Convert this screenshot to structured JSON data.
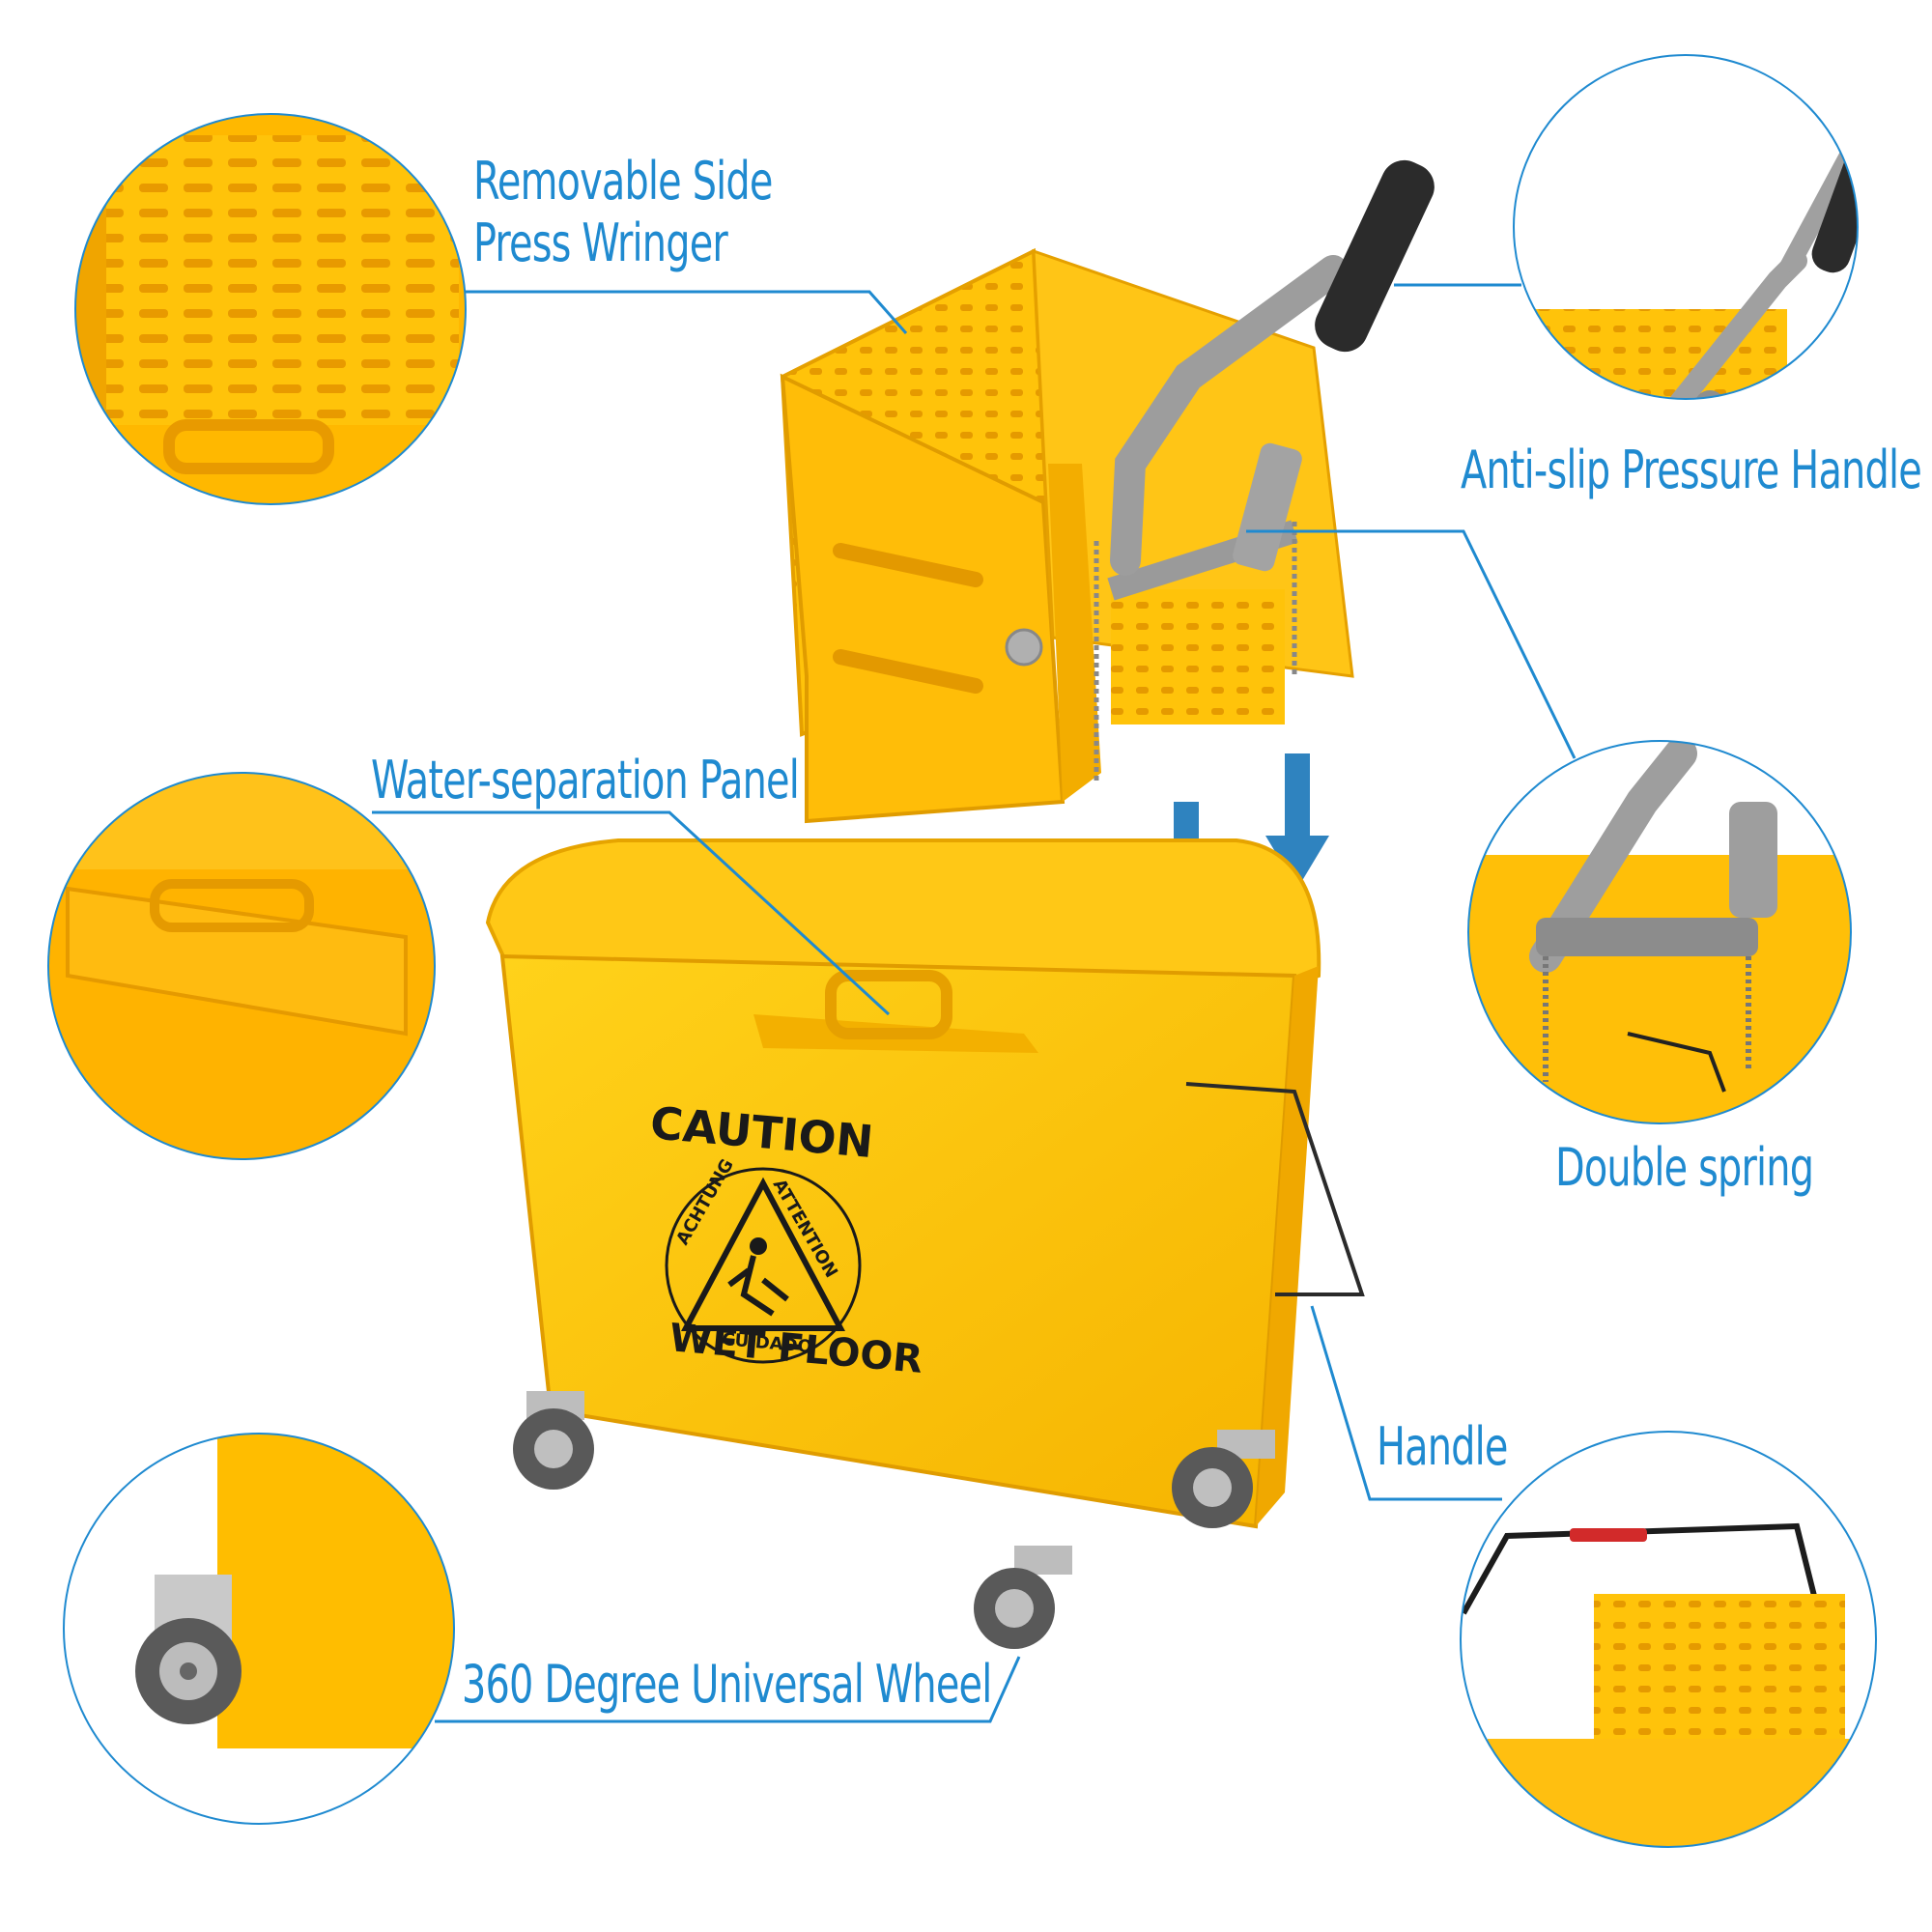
{
  "callouts": {
    "wringer": {
      "line1": "Removable Side",
      "line2": "Press Wringer"
    },
    "handle_grip": "Anti-slip Pressure Handle",
    "panel": "Water-separation Panel",
    "spring": "Double spring",
    "handle": "Handle",
    "wheel": "360 Degree Universal Wheel"
  },
  "bucket": {
    "caution": "CAUTION",
    "wet_floor": "WET FLOOR",
    "ring_left": "ACHTUNG",
    "ring_right": "ATTENTION",
    "ring_bottom": "CUIDADO"
  },
  "colors": {
    "accent": "#1f8ad0",
    "plastic": "#ffc30a",
    "plastic_dark": "#e6a800",
    "metal": "#9a9a9a",
    "grip": "#2b2b2b",
    "arrow": "#2f83bf"
  }
}
